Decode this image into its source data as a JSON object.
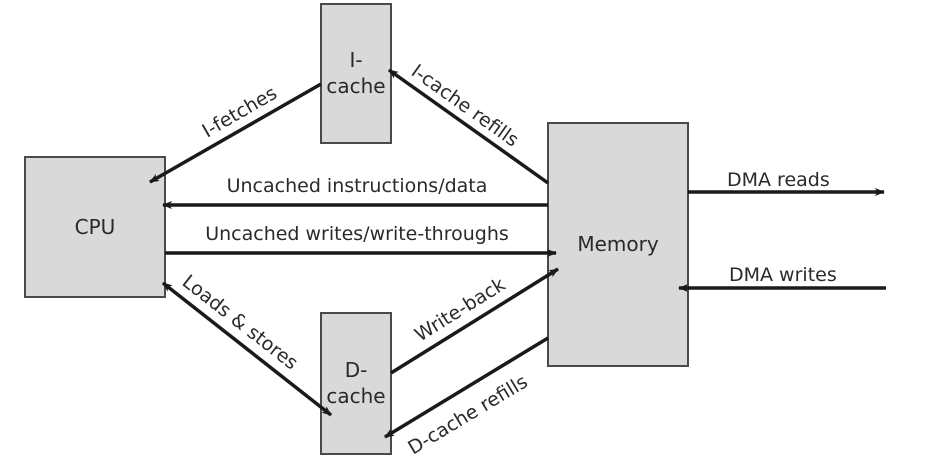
{
  "diagram": {
    "type": "cache-memory-dataflow",
    "colors": {
      "box_fill": "#d9d9d9",
      "box_stroke": "#4a4a4a",
      "arrow": "#1a1a1a",
      "text": "#2a2a2a"
    },
    "nodes": {
      "cpu": {
        "label": "CPU"
      },
      "icache": {
        "line1": "I-",
        "line2": "cache"
      },
      "dcache": {
        "line1": "D-",
        "line2": "cache"
      },
      "memory": {
        "label": "Memory"
      }
    },
    "edges": {
      "ifetches": {
        "label": "I-fetches",
        "from": "I-cache",
        "to": "CPU"
      },
      "icache_refills": {
        "label": "I-cache refills",
        "from": "Memory",
        "to": "I-cache"
      },
      "uncached_instr": {
        "label": "Uncached instructions/data",
        "from": "Memory",
        "to": "CPU"
      },
      "uncached_writes": {
        "label": "Uncached writes/write-throughs",
        "from": "CPU",
        "to": "Memory"
      },
      "loads_stores": {
        "label": "Loads & stores",
        "from": "CPU",
        "to": "D-cache",
        "bidirectional": true
      },
      "write_back": {
        "label": "Write-back",
        "from": "D-cache",
        "to": "Memory"
      },
      "dcache_refills": {
        "label": "D-cache refills",
        "from": "Memory",
        "to": "D-cache"
      },
      "dma_reads": {
        "label": "DMA reads",
        "from": "Memory",
        "to": "external"
      },
      "dma_writes": {
        "label": "DMA writes",
        "from": "external",
        "to": "Memory"
      }
    }
  }
}
